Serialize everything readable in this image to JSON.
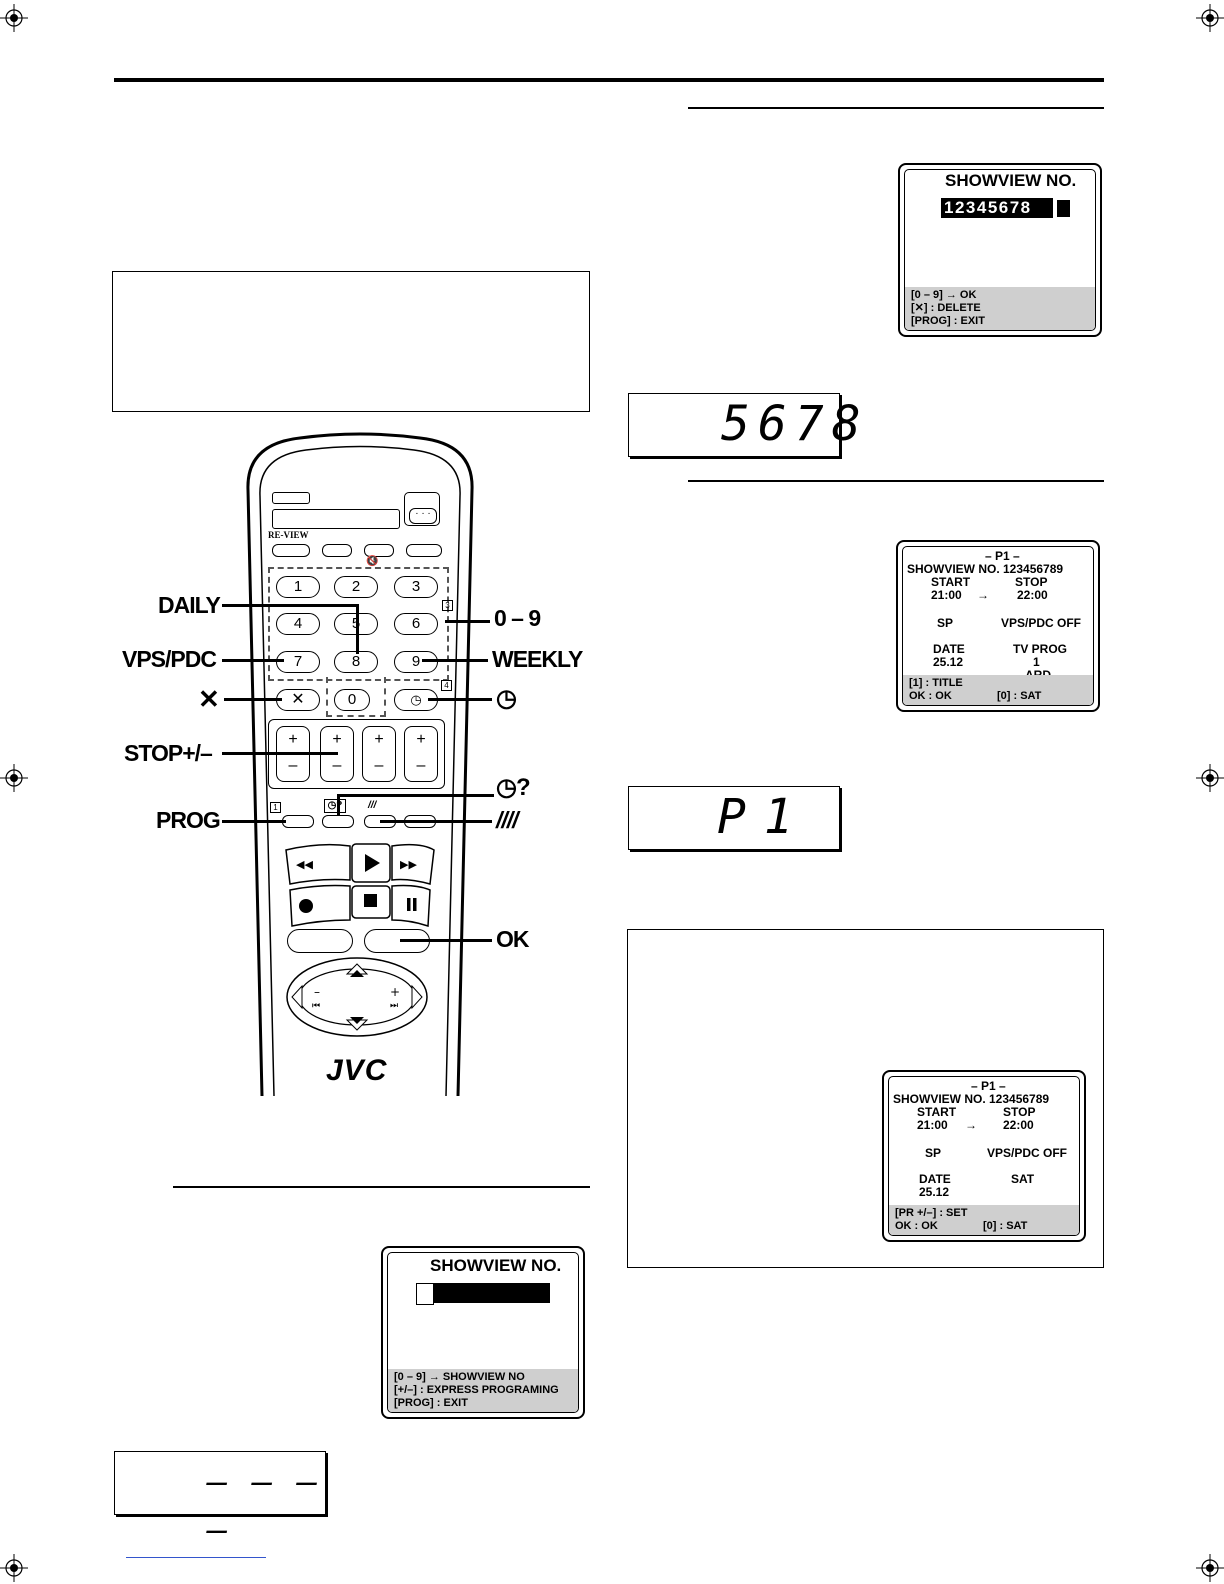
{
  "callouts": {
    "daily": "DAILY",
    "zero_nine": "0 – 9",
    "vps_pdc": "VPS/PDC",
    "weekly": "WEEKLY",
    "cancel": "✕",
    "stop_plus_minus": "STOP+/–",
    "timer_query": "?",
    "prog": "PROG",
    "slashes": "////",
    "ok": "OK"
  },
  "remote": {
    "brand": "JVC",
    "review_label": "RE-VIEW",
    "digits": [
      "1",
      "2",
      "3",
      "4",
      "5",
      "6",
      "7",
      "8",
      "9",
      "0"
    ],
    "badge_1": "1",
    "badge_4": "4",
    "badge_3": "3",
    "dots": "· · ·",
    "plus": "+",
    "minus": "–"
  },
  "osd_entry_blank": {
    "title": "SHOWVIEW NO.",
    "help": [
      "[0 – 9] → SHOWVIEW NO",
      "[+/–] : EXPRESS PROGRAMING",
      "[PROG] : EXIT"
    ]
  },
  "lcd_blank": {
    "value": "– – – –"
  },
  "osd_entry_filled": {
    "title": "SHOWVIEW NO.",
    "digits": "12345678",
    "help": [
      "[0 – 9] → OK",
      "[✕] : DELETE",
      "[PROG] : EXIT"
    ]
  },
  "lcd_number": {
    "value": "5678"
  },
  "osd_program": {
    "header": "– P1 –",
    "showview": "SHOWVIEW NO. 123456789",
    "start_label": "START",
    "stop_label": "STOP",
    "start_time": "21:00",
    "arrow": "→",
    "stop_time": "22:00",
    "speed": "SP",
    "vps": "VPS/PDC OFF",
    "date_label": "DATE",
    "date_value": "25.12",
    "tvprog_label": "TV PROG",
    "tvprog_value": "1",
    "station": "ARD",
    "help_line1": "[1] : TITLE",
    "help_ok": "OK : OK",
    "help_sat": "[0] : SAT"
  },
  "lcd_program": {
    "value": "P1"
  },
  "osd_sat": {
    "header": "– P1 –",
    "showview": "SHOWVIEW NO. 123456789",
    "start_label": "START",
    "stop_label": "STOP",
    "start_time": "21:00",
    "arrow": "→",
    "stop_time": "22:00",
    "speed": "SP",
    "vps": "VPS/PDC OFF",
    "date_label": "DATE",
    "date_value": "25.12",
    "sat_label": "SAT",
    "help_line1": "[PR +/–] : SET",
    "help_ok": "OK : OK",
    "help_sat": "[0] : SAT"
  }
}
